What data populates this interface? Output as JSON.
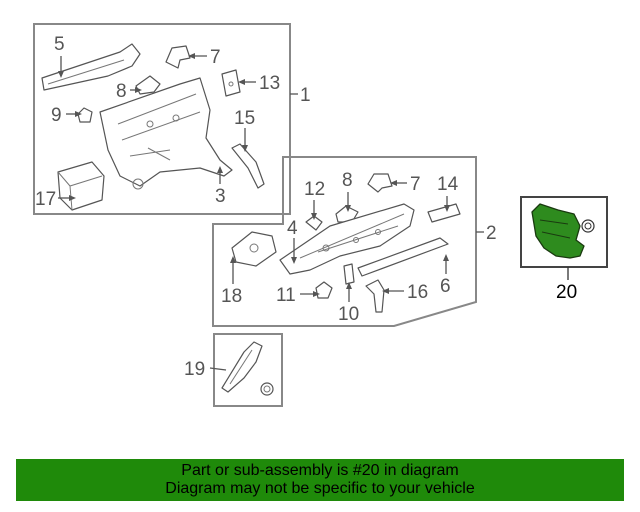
{
  "diagram": {
    "callouts": {
      "c1": "1",
      "c2": "2",
      "c3": "3",
      "c4": "4",
      "c5": "5",
      "c6": "6",
      "c7a": "7",
      "c7b": "7",
      "c8a": "8",
      "c8b": "8",
      "c9": "9",
      "c10": "10",
      "c11": "11",
      "c12": "12",
      "c13": "13",
      "c14": "14",
      "c15": "15",
      "c16": "16",
      "c17": "17",
      "c18": "18",
      "c19": "19",
      "c20": "20"
    },
    "colors": {
      "highlight": "#2e8b1e",
      "banner": "#1f8a0a",
      "panel_stroke": "#888888"
    }
  },
  "banner": {
    "line1": "Part or sub-assembly is #20 in diagram",
    "line2": "Diagram may not be specific to your vehicle"
  }
}
